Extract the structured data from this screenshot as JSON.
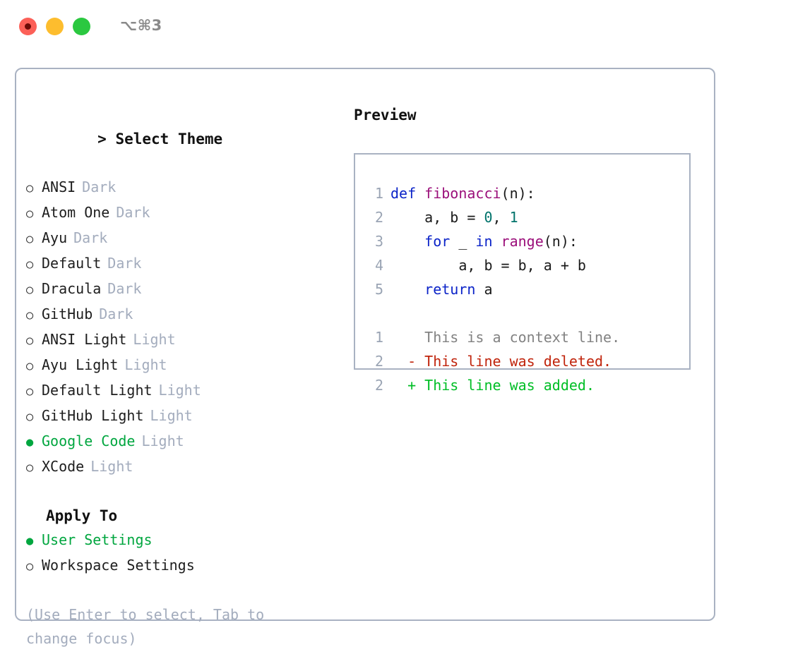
{
  "titlebar": {
    "shortcut": "⌥⌘3",
    "lights": [
      "close",
      "minimize",
      "maximize"
    ]
  },
  "theme_picker": {
    "header": "Select Theme",
    "caret": ">",
    "bullet_on": "●",
    "bullet_off": "○",
    "selected_color": "#00a63f",
    "kind_color": "#a3acbd",
    "items": [
      {
        "label": "ANSI",
        "kind": "Dark",
        "selected": false
      },
      {
        "label": "Atom One",
        "kind": "Dark",
        "selected": false
      },
      {
        "label": "Ayu",
        "kind": "Dark",
        "selected": false
      },
      {
        "label": "Default",
        "kind": "Dark",
        "selected": false
      },
      {
        "label": "Dracula",
        "kind": "Dark",
        "selected": false
      },
      {
        "label": "GitHub",
        "kind": "Dark",
        "selected": false
      },
      {
        "label": "ANSI Light",
        "kind": "Light",
        "selected": false
      },
      {
        "label": "Ayu Light",
        "kind": "Light",
        "selected": false
      },
      {
        "label": "Default Light",
        "kind": "Light",
        "selected": false
      },
      {
        "label": "GitHub Light",
        "kind": "Light",
        "selected": false
      },
      {
        "label": "Google Code",
        "kind": "Light",
        "selected": true
      },
      {
        "label": "XCode",
        "kind": "Light",
        "selected": false
      }
    ]
  },
  "apply_to": {
    "header": "Apply To",
    "items": [
      {
        "label": "User Settings",
        "selected": true
      },
      {
        "label": "Workspace Settings",
        "selected": false
      }
    ]
  },
  "hint": "(Use Enter to select, Tab to change focus)",
  "preview": {
    "header": "Preview",
    "code_lines": [
      {
        "number": "1",
        "tokens": [
          {
            "text": "def ",
            "type": "kw"
          },
          {
            "text": "fibonacci",
            "type": "fn"
          },
          {
            "text": "(n):",
            "type": "pl"
          }
        ]
      },
      {
        "number": "2",
        "tokens": [
          {
            "text": "    a, b = ",
            "type": "pl"
          },
          {
            "text": "0",
            "type": "num"
          },
          {
            "text": ", ",
            "type": "pl"
          },
          {
            "text": "1",
            "type": "num"
          }
        ]
      },
      {
        "number": "3",
        "tokens": [
          {
            "text": "    for ",
            "type": "kw"
          },
          {
            "text": "_ ",
            "type": "pl"
          },
          {
            "text": "in ",
            "type": "kw"
          },
          {
            "text": "range",
            "type": "fn"
          },
          {
            "text": "(n):",
            "type": "pl"
          }
        ]
      },
      {
        "number": "4",
        "tokens": [
          {
            "text": "        a, b = b, a + b",
            "type": "pl"
          }
        ]
      },
      {
        "number": "5",
        "tokens": [
          {
            "text": "    return ",
            "type": "kw"
          },
          {
            "text": "a",
            "type": "pl"
          }
        ]
      }
    ],
    "diff_lines": [
      {
        "number": "1",
        "marker": " ",
        "text": " This is a context line.",
        "type": "ctx"
      },
      {
        "number": "2",
        "marker": "-",
        "text": " This line was deleted.",
        "type": "del"
      },
      {
        "number": "2",
        "marker": "+",
        "text": " This line was added.",
        "type": "add"
      }
    ]
  }
}
